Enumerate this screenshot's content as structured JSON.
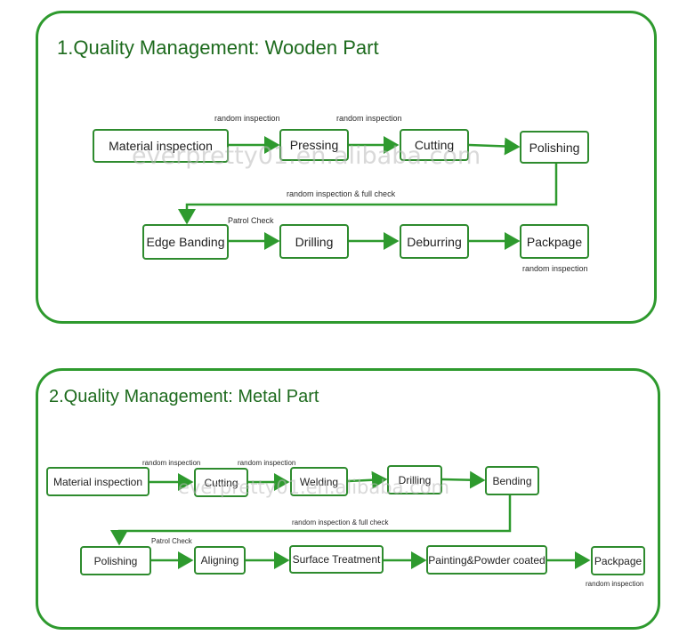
{
  "panel1": {
    "title": "1.Quality Management: Wooden Part",
    "steps": [
      "Material inspection",
      "Pressing",
      "Cutting",
      "Polishing",
      "Edge Banding",
      "Drilling",
      "Deburring",
      "Packpage"
    ],
    "notes": [
      "random inspection",
      "random inspection",
      "random inspection & full check",
      "Patrol Check",
      "random inspection"
    ]
  },
  "panel2": {
    "title": "2.Quality Management: Metal Part",
    "steps": [
      "Material inspection",
      "Cutting",
      "Welding",
      "Drilling",
      "Bending",
      "Polishing",
      "Aligning",
      "Surface Treatment",
      "Painting&Powder coated",
      "Packpage"
    ],
    "notes": [
      "random inspection",
      "random inspection",
      "random inspection & full check",
      "Patrol Check",
      "random inspection"
    ]
  },
  "watermark": "everpretty01.en.alibaba.com",
  "colors": {
    "frame": "#2e9a2e",
    "arrow": "#2e9a2e",
    "box_border": "#2e8b2e",
    "title": "#1e6b1e"
  }
}
